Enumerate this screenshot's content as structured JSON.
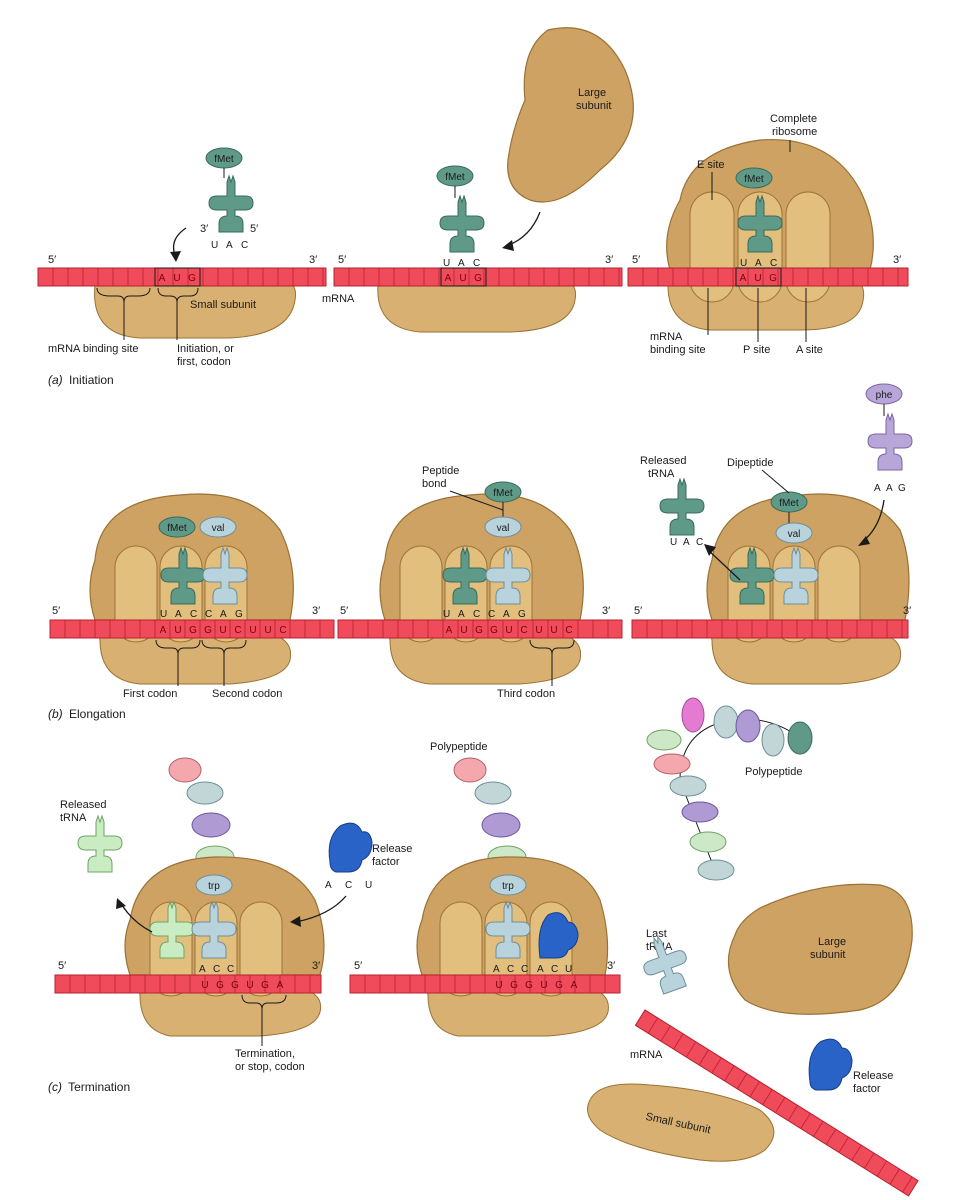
{
  "panels": {
    "initiation": {
      "caption_letter": "(a)",
      "caption_text": "Initiation",
      "strand_ends": {
        "five": "5′",
        "three": "3′"
      },
      "mrna_label": "mRNA",
      "fmet": "fMet",
      "anticodon": [
        "U",
        "A",
        "C"
      ],
      "codon": [
        "A",
        "U",
        "G"
      ],
      "trna_ends": {
        "three": "3′",
        "five": "5′"
      },
      "small_subunit": "Small subunit",
      "mrna_binding_site": "mRNA binding site",
      "initiation_codon": [
        "Initiation, or",
        "first, codon"
      ],
      "large_subunit": [
        "Large",
        "subunit"
      ],
      "complete_ribosome": [
        "Complete",
        "ribosome"
      ],
      "e_site": "E site",
      "p_site": "P site",
      "a_site": "A site",
      "mrna_binding_site_2": [
        "mRNA",
        "binding site"
      ]
    },
    "elongation": {
      "caption_letter": "(b)",
      "caption_text": "Elongation",
      "fmet": "fMet",
      "val": "val",
      "phe": "phe",
      "first_codon": "First codon",
      "second_codon": "Second codon",
      "third_codon": "Third codon",
      "peptide_bond": [
        "Peptide",
        "bond"
      ],
      "released_trna": [
        "Released",
        "tRNA"
      ],
      "dipeptide": "Dipeptide",
      "anticodon_1": [
        "U",
        "A",
        "C"
      ],
      "anticodon_2": [
        "C",
        "A",
        "G"
      ],
      "anticodon_phe": [
        "A",
        "A",
        "G"
      ],
      "codons": [
        "A",
        "U",
        "G",
        "G",
        "U",
        "C",
        "U",
        "U",
        "C"
      ]
    },
    "termination": {
      "caption_letter": "(c)",
      "caption_text": "Termination",
      "released_trna": [
        "Released",
        "tRNA"
      ],
      "release_factor": [
        "Release",
        "factor"
      ],
      "rf_bases": [
        "A",
        "C",
        "U"
      ],
      "trp": "trp",
      "anticodon": [
        "A",
        "C",
        "C"
      ],
      "anticodon_2": [
        "A",
        "C",
        "U"
      ],
      "codons": [
        "U",
        "G",
        "G",
        "U",
        "G",
        "A"
      ],
      "stop_codon": [
        "Termination,",
        "or stop, codon"
      ],
      "polypeptide": "Polypeptide",
      "polypeptide_2": "Polypeptide",
      "last_trna": [
        "Last",
        "tRNA"
      ],
      "large_subunit": [
        "Large",
        "subunit"
      ],
      "mrna_label": "mRNA",
      "release_factor_2": [
        "Release",
        "factor"
      ],
      "small_subunit": "Small subunit"
    }
  },
  "colors": {
    "ribosome": "#cda262",
    "mrna": "#ef4b5b",
    "trna_fmet": "#5f9a88",
    "trna_val": "#b9d3dc",
    "trna_phe": "#b8a6d8",
    "trna_released": "#c9ecc3",
    "release_factor": "#2a63c8"
  }
}
